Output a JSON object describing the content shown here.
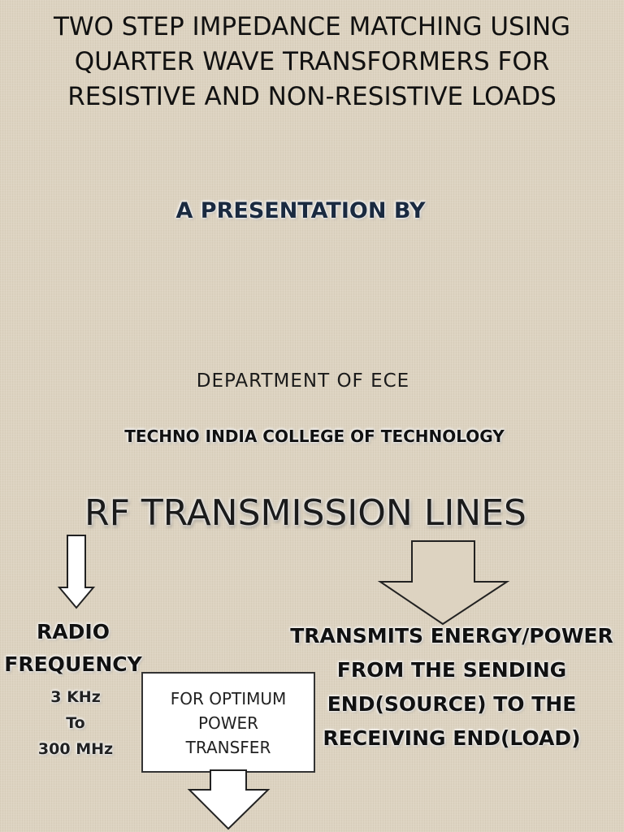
{
  "title_lines": [
    "TWO STEP IMPEDANCE MATCHING USING",
    "QUARTER WAVE TRANSFORMERS FOR",
    "RESISTIVE AND  NON-RESISTIVE LOADS"
  ],
  "presentation_by": "A PRESENTATION BY",
  "department": "DEPARTMENT OF ECE",
  "college": "TECHNO INDIA COLLEGE OF TECHNOLOGY",
  "rf_heading": "RF   TRANSMISSION LINES",
  "radio_frequency": {
    "lines": [
      "RADIO",
      "FREQUENCY"
    ],
    "range_lines": [
      "3 KHz",
      "To",
      "300 MHz"
    ]
  },
  "transmits": {
    "lines": [
      "TRANSMITS ENERGY/POWER",
      "FROM THE SENDING",
      "END(SOURCE) TO THE",
      "RECEIVING END(LOAD)"
    ]
  },
  "optimum_box": {
    "lines": [
      "FOR OPTIMUM",
      "POWER",
      "TRANSFER"
    ]
  },
  "colors": {
    "background": "#ddd3c1",
    "title_text": "#111111",
    "presentation_text": "#1a2a40",
    "box_fill": "#ffffff"
  }
}
